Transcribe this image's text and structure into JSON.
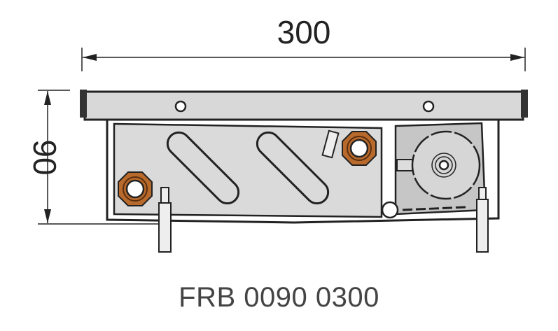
{
  "dimensions": {
    "width_label": "300",
    "height_label": "90"
  },
  "caption": "FRB 0090 0300",
  "colors": {
    "line": "#222222",
    "grille_fill": "#d8d8d8",
    "exchanger_fill": "#dadada",
    "fan_box_fill": "#c6c6c6",
    "copper": "#b8692c"
  }
}
